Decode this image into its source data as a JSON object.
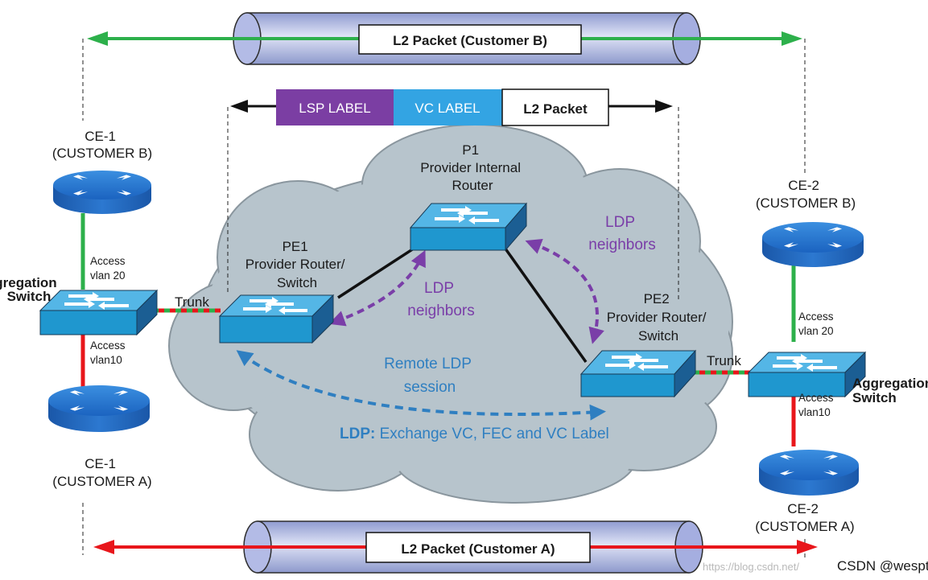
{
  "tunnels": {
    "customer_b": "L2 Packet (Customer B)",
    "customer_a": "L2 Packet (Customer A)"
  },
  "header": {
    "lsp_label": "LSP LABEL",
    "vc_label": "VC LABEL",
    "l2_packet": "L2 Packet"
  },
  "nodes": {
    "ce1_b": [
      "CE-1",
      "(CUSTOMER B)"
    ],
    "ce1_a": [
      "CE-1",
      "(CUSTOMER A)"
    ],
    "ce2_b": [
      "CE-2",
      "(CUSTOMER B)"
    ],
    "ce2_a": [
      "CE-2",
      "(CUSTOMER A)"
    ],
    "p1": [
      "P1",
      "Provider Internal",
      "Router"
    ],
    "pe1": [
      "PE1",
      "Provider Router/",
      "Switch"
    ],
    "pe2": [
      "PE2",
      "Provider Router/",
      "Switch"
    ],
    "agg_left": [
      "Aggregation",
      "Switch"
    ],
    "agg_right": [
      "Aggregation",
      "Switch"
    ]
  },
  "links": {
    "access_vlan20_left": [
      "Access",
      "vlan 20"
    ],
    "access_vlan10_left": [
      "Access",
      "vlan10"
    ],
    "access_vlan20_right": [
      "Access",
      "vlan 20"
    ],
    "access_vlan10_right": [
      "Access",
      "vlan10"
    ],
    "trunk_left": "Trunk",
    "trunk_right": "Trunk"
  },
  "annotations": {
    "ldp_neighbors_1": [
      "LDP",
      "neighbors"
    ],
    "ldp_neighbors_2": [
      "LDP",
      "neighbors"
    ],
    "remote_ldp": [
      "Remote LDP",
      "session"
    ],
    "ldp_exchange_bold": "LDP:",
    "ldp_exchange_rest": " Exchange VC, FEC and VC Label"
  },
  "watermark": {
    "url": "https://blog.csdn.net/",
    "credit": "CSDN @wespten"
  },
  "colors": {
    "green": "#2db04b",
    "red": "#e8161b",
    "purple": "#7a3ea8",
    "blue_text": "#2f7fc1",
    "cloud": "#b7c4cc",
    "switch": "#1f97cf",
    "router": "#1f72c4",
    "lsp_bg": "#7b3ea3",
    "vc_bg": "#33a4e3"
  }
}
